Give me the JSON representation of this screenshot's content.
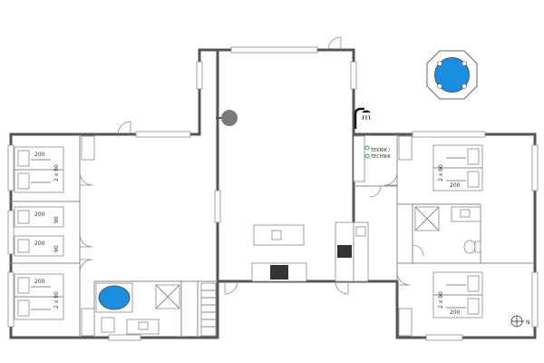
{
  "plan": {
    "rooms": {
      "technik_label_line1": "TEKNIK /",
      "technik_label_line2": "TECHNIK"
    },
    "beds": {
      "left_top_bed_1": "200",
      "left_top_bed_2": "2 x 90",
      "left_mid_bed_1": "200",
      "left_mid_bed_2": "90",
      "left_mid_bed_3": "200",
      "left_mid_bed_4": "90",
      "left_bottom_bed_1": "200",
      "left_bottom_bed_2": "2 x 90",
      "right_top_bed_1": "2 x 90",
      "right_top_bed_2": "200",
      "right_bottom_bed_1": "2 x 90",
      "right_bottom_bed_2": "200"
    },
    "compass": {
      "north_letter": "N"
    },
    "colors": {
      "pool_water": "#1a8fe0",
      "walls": "#555555",
      "fixtures": "#8a8a8a",
      "stove": "#333333"
    }
  }
}
